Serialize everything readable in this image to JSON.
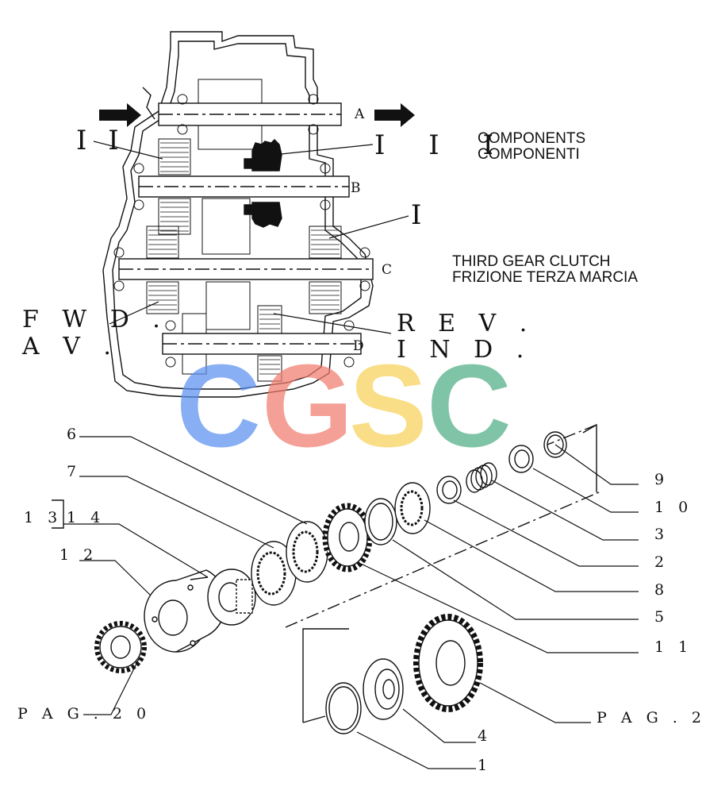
{
  "diagram": {
    "shaft_labels": {
      "a": "A",
      "b": "B",
      "c": "C",
      "d": "D"
    },
    "roman": {
      "two": "I I",
      "three": "I I I",
      "one": "I"
    },
    "components": {
      "en": "COMPONENTS",
      "it": "COMPONENTI"
    },
    "clutch": {
      "en": "THIRD GEAR CLUTCH",
      "it": "FRIZIONE TERZA MARCIA"
    },
    "direction": {
      "fwd": "F W D .",
      "av": "A V .",
      "rev": "R E V .",
      "ind": "I N D ."
    },
    "part_numbers": [
      "1",
      "2",
      "3",
      "4",
      "5",
      "6",
      "7",
      "8",
      "9",
      "1 0",
      "1 1",
      "1 2",
      "1 3",
      "1 4"
    ],
    "page_refs": {
      "left": "P A G . 2 0",
      "right": "P A G . 2"
    },
    "watermark": [
      "C",
      "G",
      "S",
      "C"
    ],
    "colors": {
      "line": "#111111",
      "wm_blue": "#5b8ff0",
      "wm_red": "#f07c6e",
      "wm_yellow": "#f7d25a",
      "wm_green": "#4fae84"
    }
  }
}
